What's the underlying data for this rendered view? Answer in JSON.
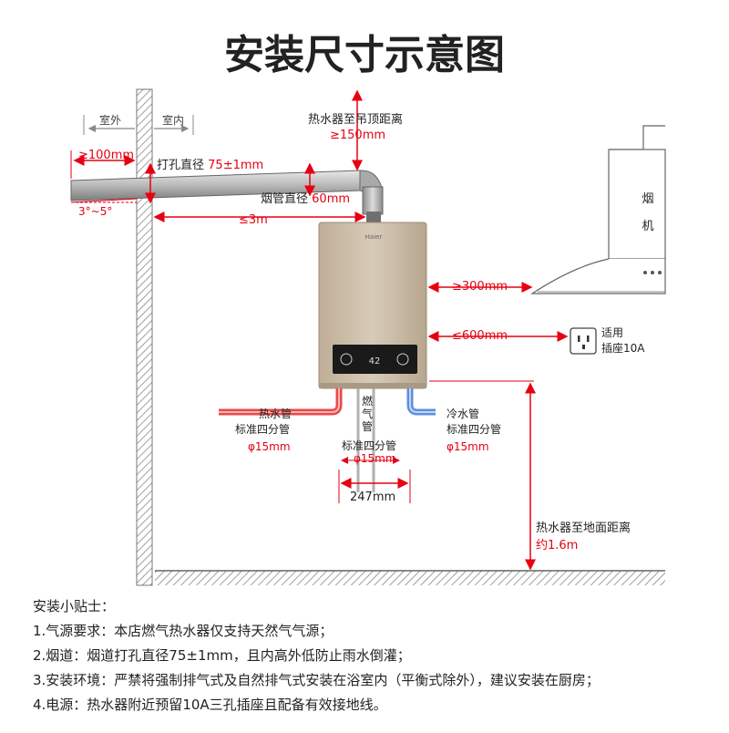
{
  "title": "安装尺寸示意图",
  "labels": {
    "outdoor": "室外",
    "indoor": "室内",
    "dist_wall_outside": "≥100mm",
    "hole_diameter_label": "打孔直径",
    "hole_diameter_value": "75±1mm",
    "pipe_diameter_label": "烟管直径",
    "pipe_diameter_value": "60mm",
    "slope": "3°~5°",
    "pipe_length": "≤3m",
    "ceiling_distance_label": "热水器至吊顶距离",
    "ceiling_distance_value": "≥150mm",
    "brand": "Haier",
    "display_value": "42",
    "hood_char_1": "烟",
    "hood_char_2": "机",
    "hood_distance": "≥300mm",
    "socket_distance": "≤600mm",
    "socket_label_1": "适用",
    "socket_label_2": "插座10A",
    "hot_pipe_1": "热水管",
    "hot_pipe_2": "标准四分管",
    "hot_pipe_3": "φ15mm",
    "gas_pipe_1": "燃",
    "gas_pipe_2": "气",
    "gas_pipe_3": "管",
    "gas_pipe_std": "标准四分管",
    "gas_pipe_dia": "φ15mm",
    "cold_pipe_1": "冷水管",
    "cold_pipe_2": "标准四分管",
    "cold_pipe_3": "φ15mm",
    "pipe_spacing": "247mm",
    "floor_distance_label": "热水器至地面距离",
    "floor_distance_value": "约1.6m"
  },
  "tips": {
    "title": "安装小贴士：",
    "items": [
      "1.气源要求：本店燃气热水器仅支持天然气气源；",
      "2.烟道：烟道打孔直径75±1mm，且内高外低防止雨水倒灌；",
      "3.安装环境：严禁将强制排气式及自然排气式安装在浴室内（平衡式除外），建议安装在厨房；",
      "4.电源：热水器附近预留10A三孔插座且配备有效接地线。"
    ]
  },
  "colors": {
    "dimension_red": "#e60012",
    "text_dark": "#222222",
    "heater_body": "#c9bba6",
    "panel_dark": "#1a1a1a",
    "hot_pipe": "#e84a4a",
    "cold_pipe": "#5d8fe0",
    "wall_hatch": "#999999"
  }
}
